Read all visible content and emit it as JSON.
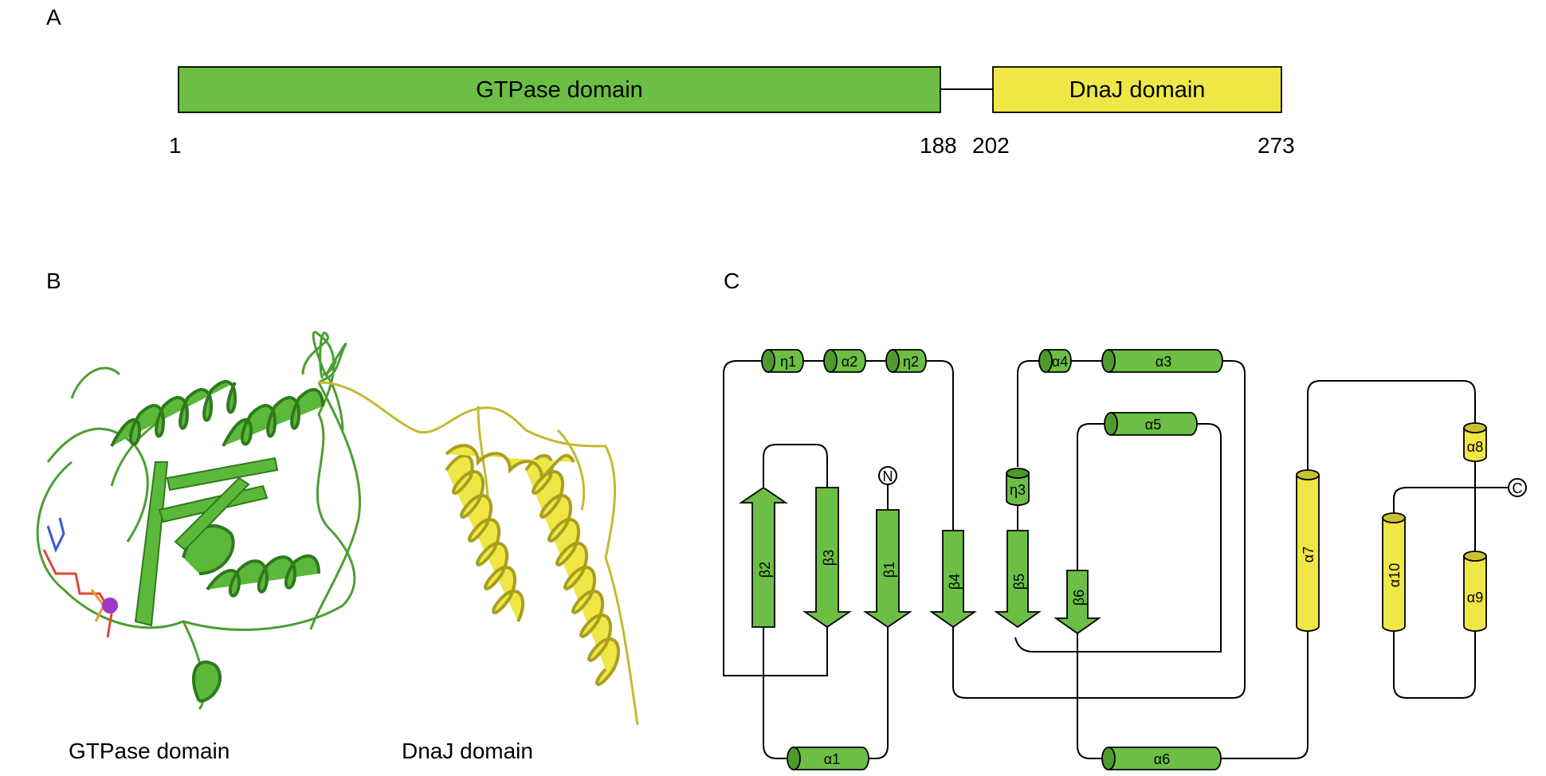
{
  "panel_a": {
    "label": "A",
    "domains": [
      {
        "name": "GTPase domain",
        "start": "1",
        "end": "188",
        "color": "#6cbf44"
      },
      {
        "name": "DnaJ domain",
        "start": "202",
        "end": "273",
        "color": "#efe745"
      }
    ]
  },
  "panel_b": {
    "label": "B",
    "captions": {
      "left": "GTPase domain",
      "right": "DnaJ domain"
    }
  },
  "panel_c": {
    "label": "C",
    "terminals": {
      "n": "N",
      "c": "C"
    },
    "helices": {
      "eta1": "η1",
      "alpha2": "α2",
      "eta2": "η2",
      "alpha4": "α4",
      "alpha3": "α3",
      "alpha5": "α5",
      "eta3": "η3",
      "alpha1": "α1",
      "alpha6": "α6",
      "alpha7": "α7",
      "alpha8": "α8",
      "alpha9": "α9",
      "alpha10": "α10"
    },
    "strands": {
      "beta1": "β1",
      "beta2": "β2",
      "beta3": "β3",
      "beta4": "β4",
      "beta5": "β5",
      "beta6": "β6"
    }
  },
  "colors": {
    "gtpase": "#6cbf44",
    "dnaj": "#efe745"
  }
}
